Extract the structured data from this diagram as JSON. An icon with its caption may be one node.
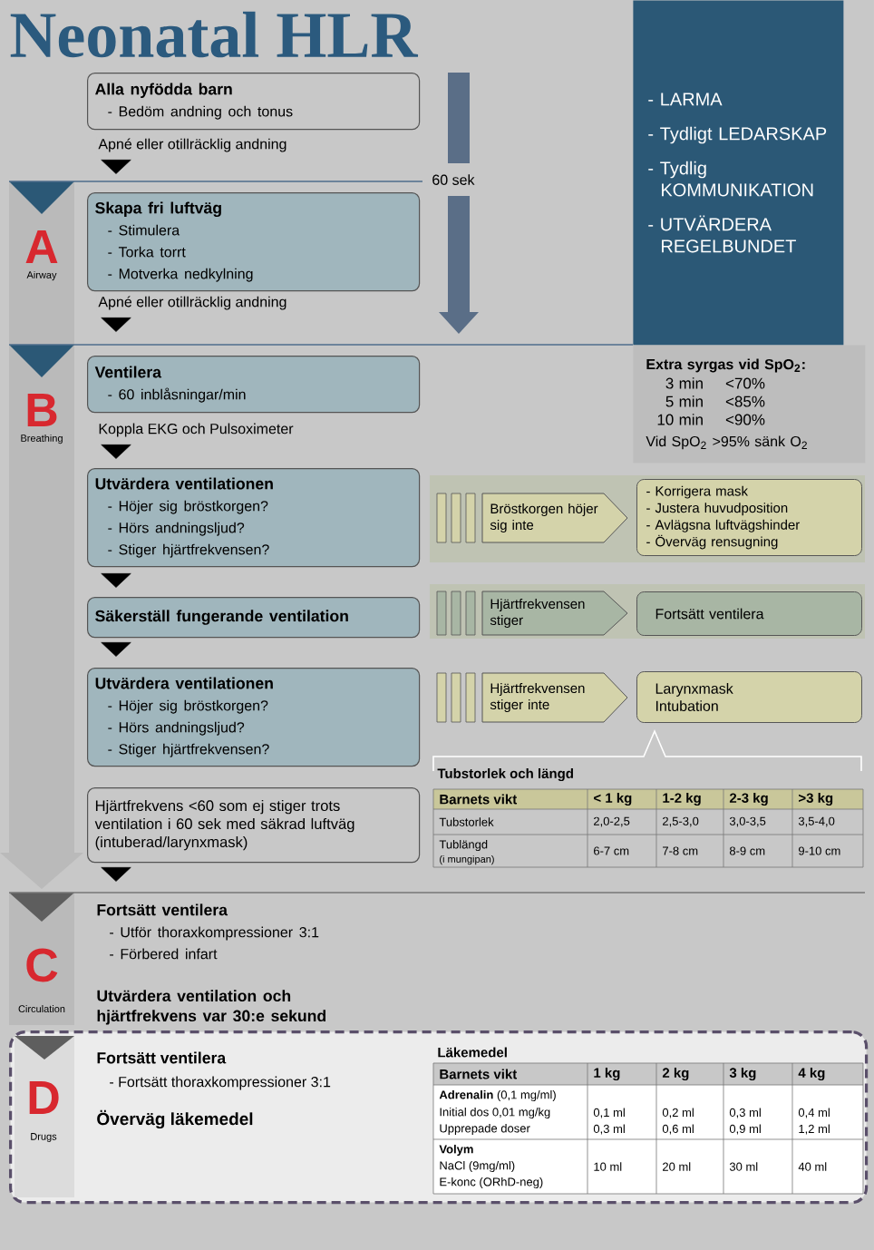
{
  "diagram": {
    "title": "Neonatal HLR",
    "nodes": [
      {
        "text": [
          "Alla nyfödda barn",
          "- Bedöm andning och tonus"
        ]
      },
      {
        "text": [
          "Skapa fri luftväg",
          "- Stimulera",
          "- Torka torrt",
          "- Motverka nedkylning"
        ]
      },
      {
        "text": [
          "Ventilera",
          "- 60 inblåsningar/min"
        ]
      },
      {
        "text": [
          "Utvärdera ventilationen",
          "- Höjer sig bröstkorgen?",
          "- Hörs andningsljud?",
          "- Stiger hjärtfrekvensen?"
        ]
      },
      {
        "text": [
          "Säkerställ fungerande ventilation"
        ]
      },
      {
        "text": [
          "Utvärdera ventilationen",
          "- Höjer sig bröstkorgen?",
          "- Hörs andningsljud?",
          "- Stiger hjärtfrekvensen?"
        ]
      },
      {
        "text": [
          "Hjärtfrekvens <60 som ej stiger trots ventilation i 60 sek med säkrad luftväg (intuberad/larynxmask)"
        ]
      },
      {
        "text": [
          "Fortsätt ventilera",
          "- Utför thoraxkompressioner 3:1",
          "- Förbered infart",
          "Utvärdera ventilation och hjärtfrekvens var 30:e sekund"
        ]
      },
      {
        "text": [
          "D",
          "Drugs",
          "Fortsätt ventilera",
          "- Fortsätt thoraxkompressioner 3:1",
          "Överväg läkemedel"
        ]
      },
      {
        "text": [
          "- LARMA",
          "- Tydligt LEDARSKAP",
          "- Tydlig KOMMUNIKATION",
          "- UTVÄRDERA REGELBUNDET"
        ]
      },
      {
        "text": [
          "Extra syrgas vid SpO$_{2}$:",
          "3 min",
          "<70%",
          "5 min",
          "<85%",
          "10 min",
          "<90%",
          "Vid SpO$_{2}$ >95% sänk O$_{2}$"
        ]
      },
      {
        "text": [
          "Bröstkorgen höjer sig inte"
        ]
      },
      {
        "text": [
          "- Korrigera mask",
          "- Justera huvudposition",
          "- Avlägsna luftvägshinder",
          "- Överväg rensugning"
        ]
      },
      {
        "text": [
          "Hjärtfrekvensen stiger"
        ]
      },
      {
        "text": [
          "Fortsätt ventilera"
        ]
      },
      {
        "text": [
          "Hjärtfrekvensen stiger inte"
        ]
      },
      {
        "text": [
          "Larynxmask",
          "Intubation"
        ]
      }
    ],
    "edges": [
      {
        "from": 0,
        "to": 1,
        "arrow": "to",
        "label": "Apné eller otillräcklig andning"
      },
      {
        "from": 1,
        "to": 2,
        "arrow": "to",
        "label": "Apné eller otillräcklig andning"
      },
      {
        "from": 2,
        "to": 3,
        "arrow": "to",
        "label": "Koppla EKG och Pulsoximeter"
      },
      {
        "from": 3,
        "to": 4,
        "arrow": "to"
      },
      {
        "from": 4,
        "to": 5,
        "arrow": "to"
      },
      {
        "from": 6,
        "to": 7,
        "arrow": "to"
      }
    ],
    "labels": [
      "60 sek",
      "A",
      "Airway",
      "B",
      "Breathing",
      "Tubstorlek och längd",
      "Barnets vikt",
      "< 1 kg",
      "1-2 kg",
      "2-3 kg",
      ">3 kg",
      "Tubstorlek",
      "2,0-2,5",
      "2,5-3,0",
      "3,0-3,5",
      "3,5-4,0",
      "Tublängd",
      "(i mungipan)",
      "6-7 cm",
      "7-8 cm",
      "8-9 cm",
      "9-10 cm",
      "C",
      "Circulation",
      "Läkemedel",
      "Barnets vikt",
      "1 kg",
      "2 kg",
      "3 kg",
      "4 kg",
      "**Adrenalin** (0,1 mg/ml)",
      "Initial dos 0,01 mg/kg",
      "Upprepade doser",
      "0,1 ml",
      "0,3 ml",
      "0,2 ml",
      "0,6 ml",
      "0,3 ml",
      "0,9 ml",
      "0,4 ml",
      "1,2 ml",
      "Volym",
      "NaCl (9mg/ml)",
      "E-konc (ORhD-neg)",
      "10 ml",
      "20 ml",
      "30 ml",
      "40 ml"
    ]
  }
}
